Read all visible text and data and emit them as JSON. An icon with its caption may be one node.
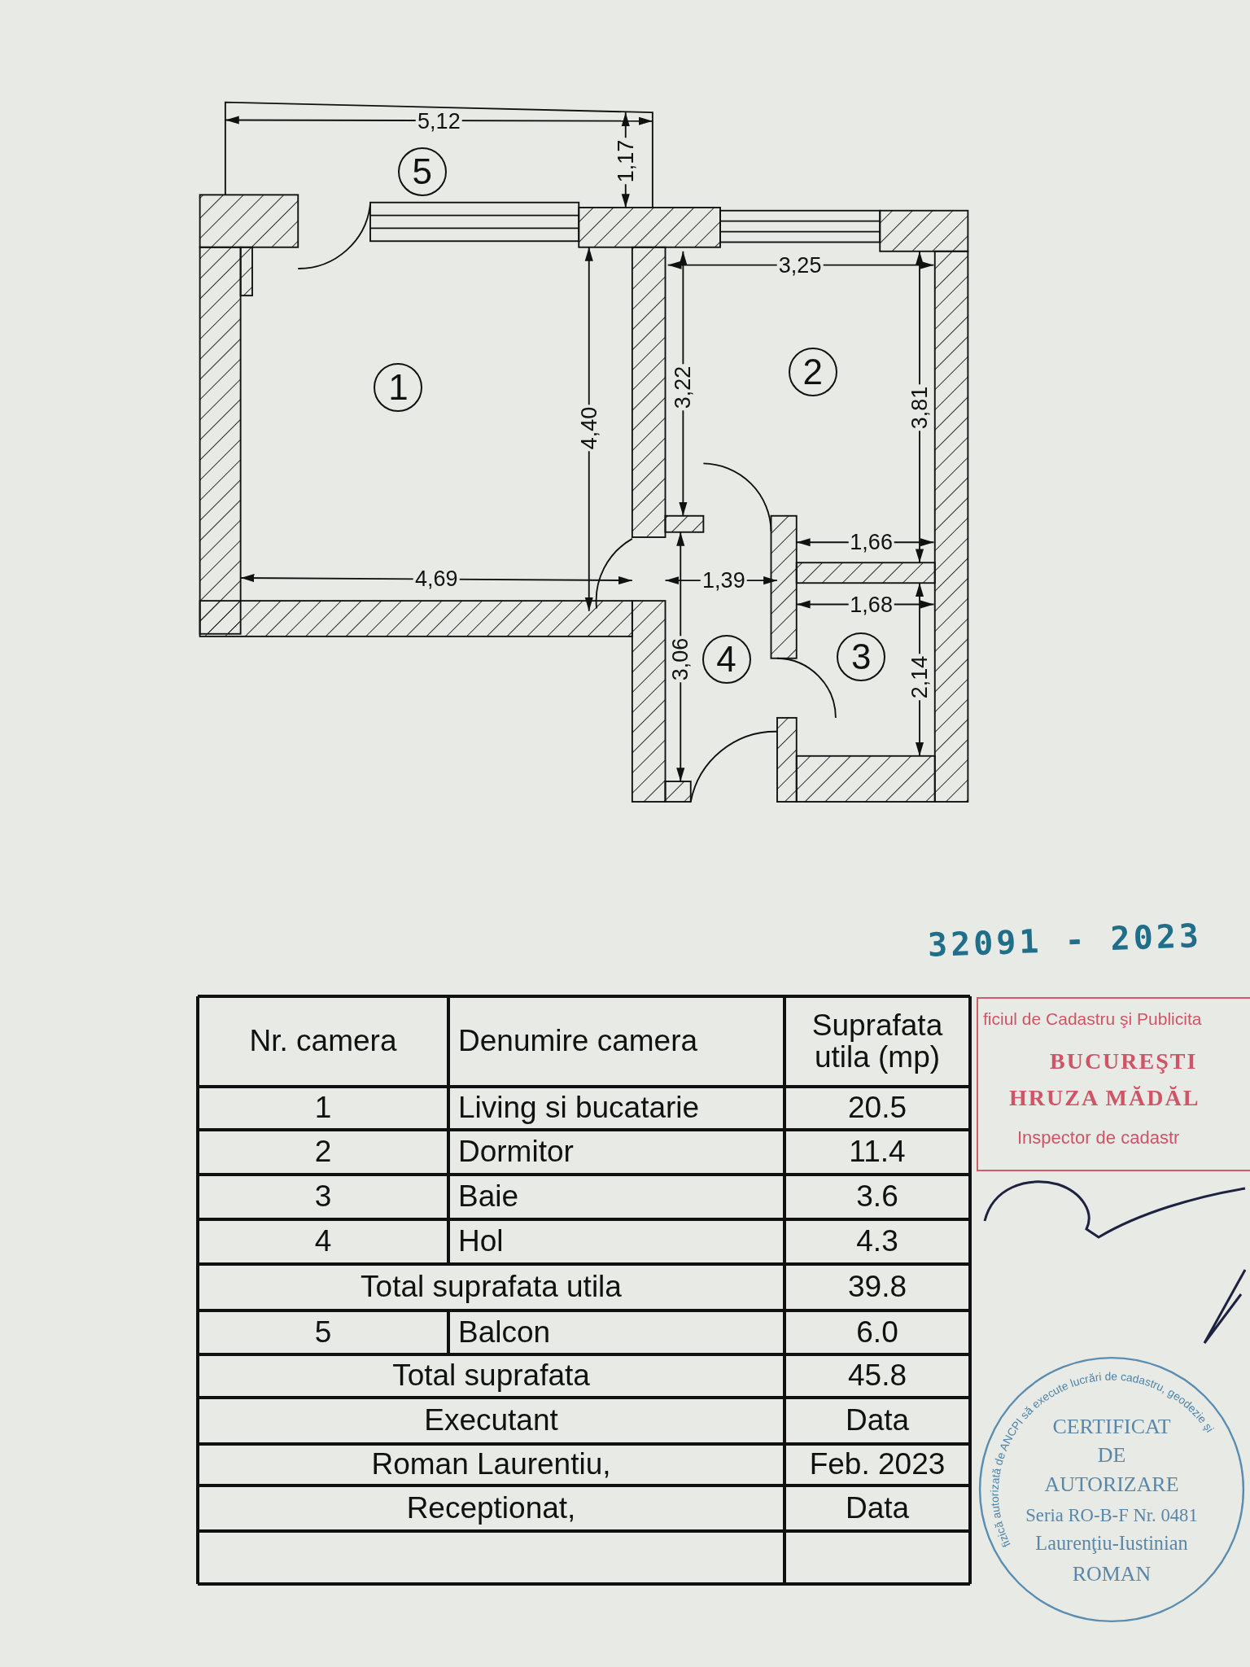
{
  "diagram": {
    "labels": [
      "5,12",
      "1,17",
      "5",
      "3,25",
      "1",
      "4,40",
      "3,22",
      "2",
      "3,81",
      "1,66",
      "4,69",
      "1,39",
      "1,68",
      "3,06",
      "4",
      "3",
      "2,14",
      "32091 - 2023",
      "Nr. camera",
      "Denumire camera",
      "Suprafata utila (mp)",
      "1",
      "Living si bucatarie",
      "20.5",
      "2",
      "Dormitor",
      "11.4",
      "3",
      "Baie",
      "3.6",
      "4",
      "Hol",
      "4.3",
      "Total suprafata utila",
      "39.8",
      "5",
      "Balcon",
      "6.0",
      "Total suprafata",
      "45.8",
      "Executant",
      "Data",
      "Roman Laurentiu,",
      "Feb. 2023",
      "Receptionat,",
      "Data",
      "ficiul de Cadastru şi Publicita",
      "BUCUREŞTI",
      "HRUZA MĂDĂL",
      "Inspector de cadastr",
      "fizică autorizată de ANCPI să execute lucrări de cadastru, geodezie şi",
      "CERTIFICAT",
      "DE",
      "AUTORIZARE",
      "Seria RO-B-F Nr. 0481",
      "Laurenţiu-Iustinian",
      "ROMAN"
    ]
  }
}
